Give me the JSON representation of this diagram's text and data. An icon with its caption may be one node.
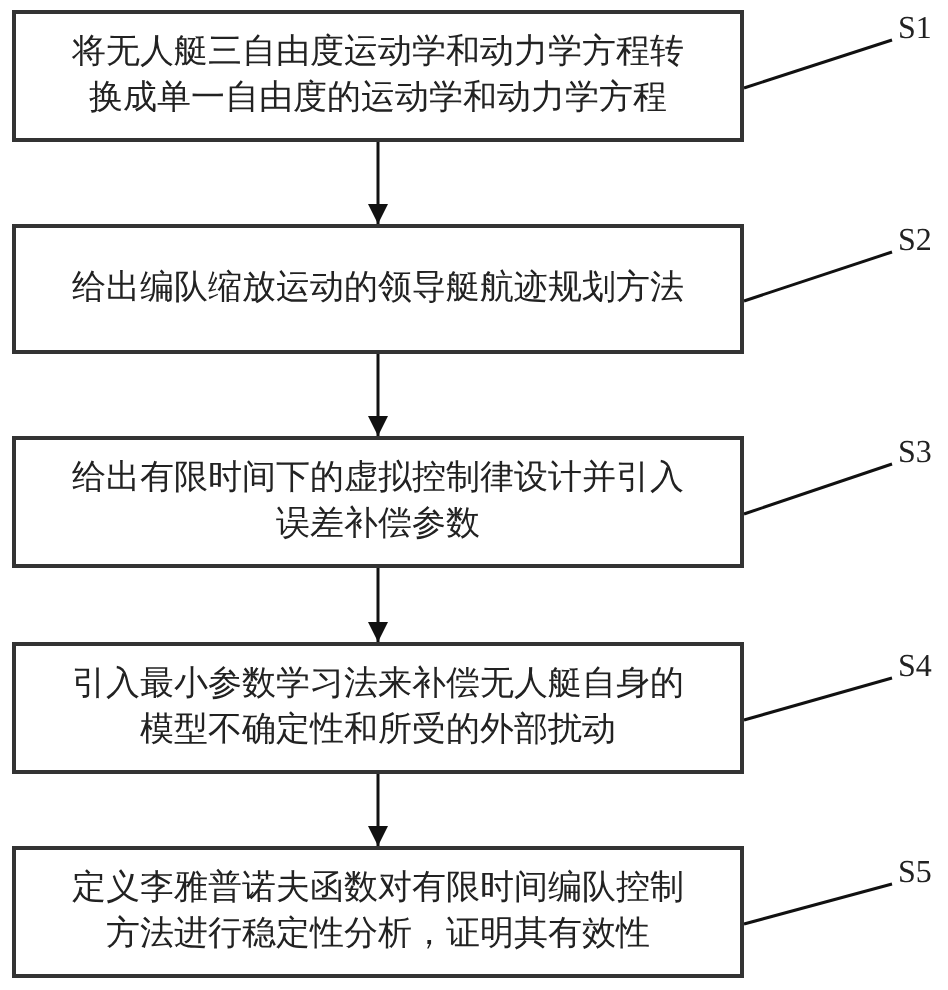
{
  "diagram": {
    "nodes": [
      {
        "text": [
          "将无人艇三自由度运动学和动力学方程转换成单一自由度的运动学和动力学方程"
        ]
      },
      {
        "text": [
          "给出编队缩放运动的领导艇航迹规划方法"
        ]
      },
      {
        "text": [
          "给出有限时间下的虚拟控制律设计并引入误差补偿参数"
        ]
      },
      {
        "text": [
          "引入最小参数学习法来补偿无人艇自身的模型不确定性和所受的外部扰动"
        ]
      },
      {
        "text": [
          "定义李雅普诺夫函数对有限时间编队控制方法进行稳定性分析，证明其有效性"
        ]
      },
      {
        "text": [
          "S1"
        ]
      },
      {
        "text": [
          "S2"
        ]
      },
      {
        "text": [
          "S3"
        ]
      },
      {
        "text": [
          "S4"
        ]
      },
      {
        "text": [
          "S5"
        ]
      }
    ],
    "edges": [
      {
        "from": 0,
        "to": 1,
        "arrow": "to"
      },
      {
        "from": 1,
        "to": 2,
        "arrow": "to"
      },
      {
        "from": 2,
        "to": 3,
        "arrow": "to"
      },
      {
        "from": 3,
        "to": 4,
        "arrow": "to"
      },
      {
        "from": 5,
        "to": 0,
        "arrow": "none"
      },
      {
        "from": 6,
        "to": 1,
        "arrow": "none"
      },
      {
        "from": 7,
        "to": 2,
        "arrow": "none"
      },
      {
        "from": 8,
        "to": 3,
        "arrow": "none"
      },
      {
        "from": 9,
        "to": 4,
        "arrow": "none"
      }
    ]
  }
}
